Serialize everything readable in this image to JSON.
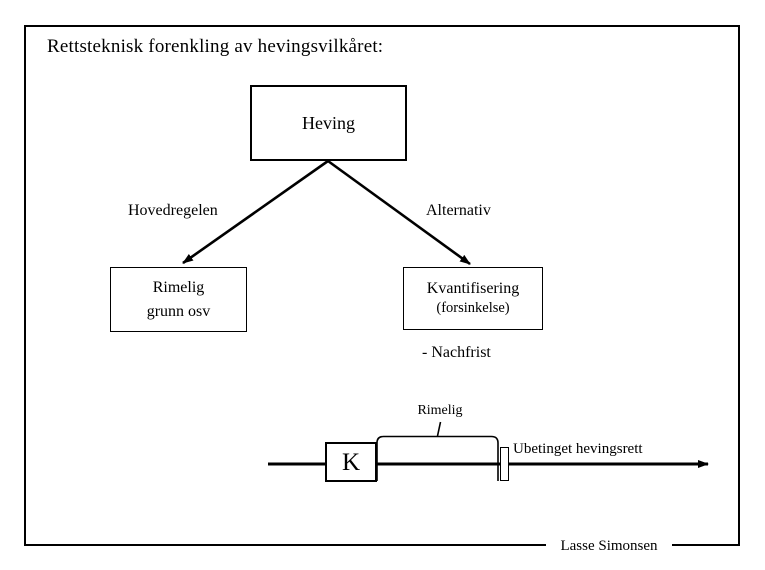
{
  "slide": {
    "title": "Rettsteknisk forenkling av hevingsvilkåret:",
    "footer_credit": "Lasse Simonsen"
  },
  "tree": {
    "root_label": "Heving",
    "left_branch_label": "Hovedregelen",
    "right_branch_label": "Alternativ",
    "left_leaf": {
      "line1": "Rimelig",
      "line2": "grunn osv"
    },
    "right_leaf": {
      "line1": "Kvantifisering",
      "line2": "(forsinkelse)"
    },
    "right_leaf_note": "- Nachfrist"
  },
  "timeline": {
    "contract_label": "K",
    "brace_label": "Rimelig",
    "arrow_label": "Ubetinget hevingsrett"
  },
  "colors": {
    "ink": "#000000",
    "paper": "#ffffff"
  }
}
